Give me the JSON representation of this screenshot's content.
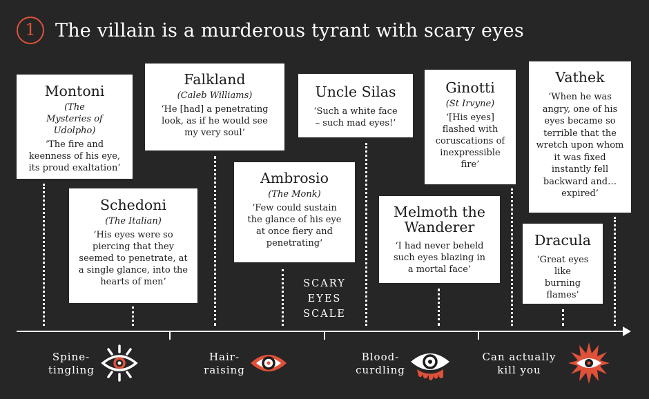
{
  "header": {
    "number": "1",
    "title": "The villain is a murderous tyrant with scary eyes"
  },
  "villains": [
    {
      "name": "Montoni",
      "source": "(The Mysteries of Udolpho)",
      "quote": "‘The fire and keenness of his eye, its proud exaltation’"
    },
    {
      "name": "Schedoni",
      "source": "(The Italian)",
      "quote": "‘His eyes were so piercing that they seemed to penetrate, at a single glance, into the hearts of men’"
    },
    {
      "name": "Falkland",
      "source": "(Caleb Williams)",
      "quote": "‘He [had] a penetrating look, as if he would see my very soul’"
    },
    {
      "name": "Ambrosio",
      "source": "(The Monk)",
      "quote": "‘Few could sustain the glance of his eye at once fiery and penetrating’"
    },
    {
      "name": "Uncle Silas",
      "source": "",
      "quote": "‘Such a white face – such mad eyes!’"
    },
    {
      "name": "Melmoth the Wanderer",
      "source": "",
      "quote": "‘I had never beheld such eyes blazing in a mortal face’"
    },
    {
      "name": "Ginotti",
      "source": "(St Irvyne)",
      "quote": "‘[His eyes] flashed with coruscations of inexpressible fire’"
    },
    {
      "name": "Vathek",
      "source": "",
      "quote": "‘When he was angry, one of his eyes became so terrible that the wretch upon whom it was fixed instantly fell backward and… expired’"
    },
    {
      "name": "Dracula",
      "source": "",
      "quote": "‘Great eyes like burning flames’"
    }
  ],
  "scale": {
    "label_lines": [
      "SCARY",
      "EYES",
      "SCALE"
    ],
    "levels": [
      {
        "label_lines": [
          "Spine-",
          "tingling"
        ],
        "icon": "eye-with-rays-icon"
      },
      {
        "label_lines": [
          "Hair-",
          "raising"
        ],
        "icon": "red-eye-icon"
      },
      {
        "label_lines": [
          "Blood-",
          "curdling"
        ],
        "icon": "bleeding-eye-icon"
      },
      {
        "label_lines": [
          "Can actually",
          "kill you"
        ],
        "icon": "exploding-eye-icon"
      }
    ]
  },
  "colors": {
    "background": "#262626",
    "accent": "#e0513a",
    "card": "#ffffff",
    "text": "#1c1c1c"
  }
}
